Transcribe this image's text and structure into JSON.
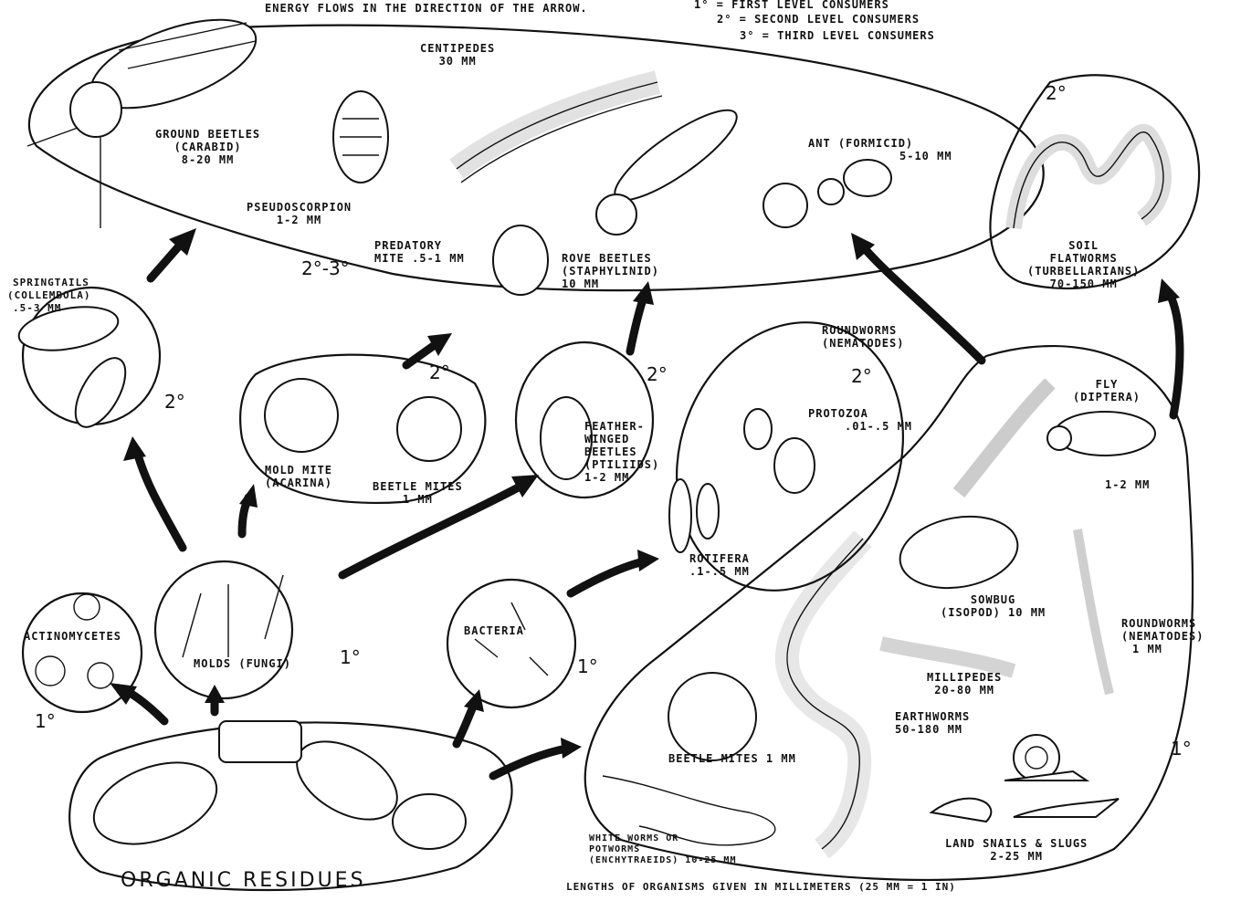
{
  "legend": {
    "line1": "ENERGY FLOWS IN THE DIRECTION OF THE ARROW.",
    "line2": "1° = FIRST LEVEL CONSUMERS",
    "line3": "2° = SECOND LEVEL CONSUMERS",
    "line4": "3° = THIRD LEVEL CONSUMERS"
  },
  "levels": {
    "top_group": "2°-3°",
    "flatworms": "2°",
    "springtails": "2°",
    "mites": "2°",
    "beetles": "2°",
    "micro": "2°",
    "molds": "1°",
    "actinomycetes": "1°",
    "bacteria": "1°",
    "large_group": "1°"
  },
  "organisms": {
    "centipedes": {
      "name": "CENTIPEDES",
      "size": "30 mm"
    },
    "ground_beetles": {
      "name": "GROUND BEETLES",
      "detail": "(CARABID)",
      "size": "8-20 mm"
    },
    "pseudoscorpion": {
      "name": "PSEUDOSCORPION",
      "size": "1-2 mm"
    },
    "predatory_mite": {
      "name": "PREDATORY",
      "detail": "MITE .5-1 mm"
    },
    "rove_beetles": {
      "name": "ROVE BEETLES",
      "detail": "(STAPHYLINID)",
      "size": "10 mm"
    },
    "ant": {
      "name": "ANT (FORMICID)",
      "size": "5-10 mm"
    },
    "soil_flatworms": {
      "name": "SOIL",
      "detail": "FLATWORMS",
      "detail2": "(TURBELLARIANS)",
      "size": "70-150 mm"
    },
    "springtails": {
      "name": "SPRINGTAILS",
      "detail": "(COLLEMBOLA)",
      "size": ".5-3 mm"
    },
    "mold_mite": {
      "name": "MOLD MITE",
      "detail": "(ACARINA)"
    },
    "beetle_mites_small": {
      "name": "BEETLE MITES",
      "size": "1 mm"
    },
    "feather_winged": {
      "name": "FEATHER-",
      "detail": "WINGED",
      "detail2": "BEETLES",
      "detail3": "(PTILIIDS)",
      "size": "1-2 mm"
    },
    "roundworms_top": {
      "name": "ROUNDWORMS",
      "detail": "(NEMATODES)"
    },
    "protozoa": {
      "name": "PROTOZOA",
      "size": ".01-.5 mm"
    },
    "rotifera": {
      "name": "ROTIFERA",
      "size": ".1-.5 mm"
    },
    "fly": {
      "name": "FLY",
      "detail": "(DIPTERA)",
      "size": "1-2 mm"
    },
    "actinomycetes": {
      "name": "ACTINOMYCETES"
    },
    "molds": {
      "name": "MOLDS (FUNGI)"
    },
    "bacteria": {
      "name": "BACTERIA"
    },
    "sowbug": {
      "name": "SOWBUG",
      "detail": "(ISOPOD) 10 mm"
    },
    "roundworms_large": {
      "name": "ROUNDWORMS",
      "detail": "(NEMATODES)",
      "size": "1 mm"
    },
    "millipedes": {
      "name": "MILLIPEDES",
      "size": "20-80 mm"
    },
    "earthworms": {
      "name": "EARTHWORMS",
      "size": "50-180 mm"
    },
    "beetle_mites_large": {
      "name": "BEETLE MITES 1 mm"
    },
    "white_worms": {
      "name": "WHITE WORMS or",
      "detail": "POTWORMS",
      "detail2": "(ENCHYTRAEIDS) 10-25 mm"
    },
    "land_snails": {
      "name": "LAND SNAILS & SLUGS",
      "size": "2-25 mm"
    }
  },
  "base": {
    "label": "ORGANIC RESIDUES"
  },
  "footer": {
    "note": "LENGTHS OF ORGANISMS GIVEN IN MILLIMETERS (25 mm = 1 in)"
  }
}
